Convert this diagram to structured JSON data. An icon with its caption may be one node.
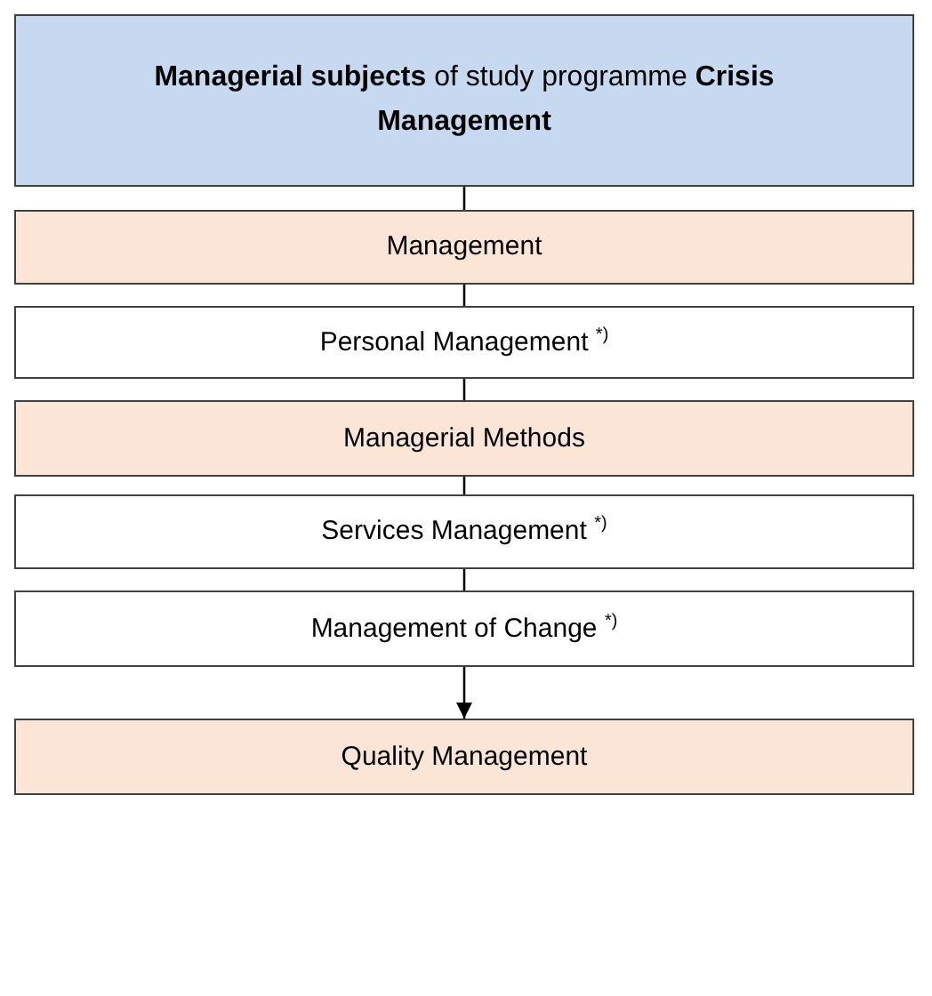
{
  "diagram": {
    "nodes": [
      {
        "text": [
          "**Managerial subjects** of study programme **Crisis Management**"
        ]
      },
      {
        "text": [
          "Management"
        ]
      },
      {
        "text": [
          "Personal Management $^{*)}$"
        ]
      },
      {
        "text": [
          "Managerial Methods"
        ]
      },
      {
        "text": [
          "Services Management $^{*)}$"
        ]
      },
      {
        "text": [
          "Management of Change $^{*)}$"
        ]
      },
      {
        "text": [
          "Quality Management"
        ]
      }
    ],
    "edges": [
      {
        "from": 0,
        "to": 1,
        "arrow": "none"
      },
      {
        "from": 1,
        "to": 2,
        "arrow": "none"
      },
      {
        "from": 2,
        "to": 3,
        "arrow": "none"
      },
      {
        "from": 3,
        "to": 4,
        "arrow": "none"
      },
      {
        "from": 4,
        "to": 5,
        "arrow": "none"
      },
      {
        "from": 5,
        "to": 6,
        "arrow": "to"
      }
    ]
  }
}
